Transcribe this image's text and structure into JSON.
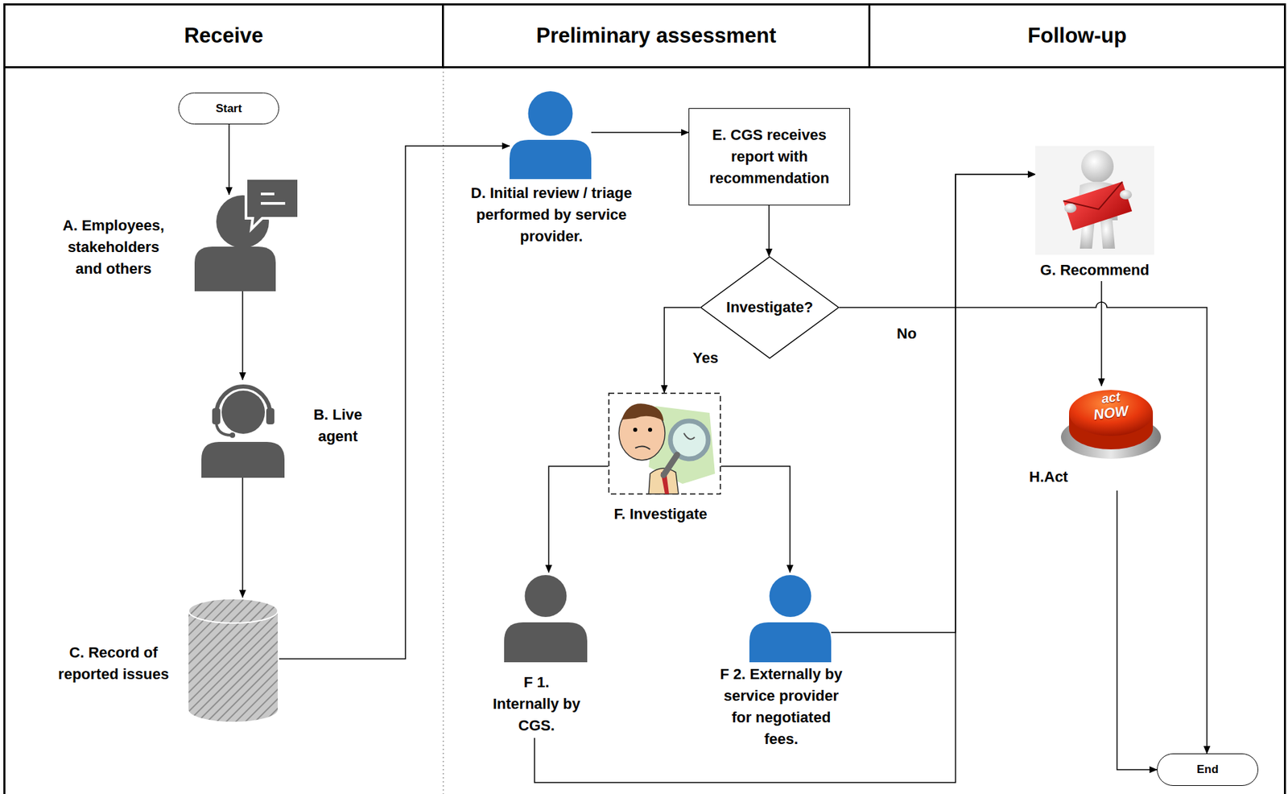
{
  "diagram": {
    "nodes": [
      {
        "text": [
          "Receive"
        ]
      },
      {
        "text": [
          "Preliminary assessment"
        ]
      },
      {
        "text": [
          "Follow-up"
        ]
      },
      {
        "text": [
          "Start"
        ]
      },
      {
        "text": [
          "A. Employees, stakeholders and others"
        ]
      },
      {
        "text": [
          "B. Live agent"
        ]
      },
      {
        "text": [
          "C. Record of reported issues"
        ]
      },
      {
        "text": [
          "D. Initial review / triage performed by service provider."
        ]
      },
      {
        "text": [
          "E. CGS receives report with recommendation"
        ]
      },
      {
        "text": [
          "Investigate?"
        ]
      },
      {
        "text": [
          "F. Investigate"
        ]
      },
      {
        "text": [
          "F 1. Internally by CGS."
        ]
      },
      {
        "text": [
          "F 2. Externally by service provider for negotiated fees."
        ]
      },
      {
        "text": [
          "G. Recommend"
        ]
      },
      {
        "text": [
          "H.Act"
        ]
      },
      {
        "text": [
          "End"
        ]
      }
    ],
    "edges": [
      {
        "from": 3,
        "to": 4,
        "arrow": "to"
      },
      {
        "from": 4,
        "to": 5,
        "arrow": "to"
      },
      {
        "from": 5,
        "to": 6,
        "arrow": "to"
      },
      {
        "from": 6,
        "to": 7,
        "arrow": "to"
      },
      {
        "from": 7,
        "to": 8,
        "arrow": "to"
      },
      {
        "from": 8,
        "to": 9,
        "arrow": "to"
      },
      {
        "from": 9,
        "to": 10,
        "label": "Yes",
        "arrow": "to"
      },
      {
        "from": 9,
        "to": 15,
        "label": "No",
        "arrow": "to"
      },
      {
        "from": 10,
        "to": 11,
        "arrow": "to"
      },
      {
        "from": 10,
        "to": 12,
        "arrow": "to"
      },
      {
        "from": 11,
        "to": 13,
        "arrow": "to"
      },
      {
        "from": 12,
        "to": 13,
        "arrow": "to"
      },
      {
        "from": 13,
        "to": 14,
        "arrow": "to"
      },
      {
        "from": 14,
        "to": 15,
        "arrow": "to"
      }
    ],
    "labels": [
      "act",
      "NOW"
    ]
  }
}
